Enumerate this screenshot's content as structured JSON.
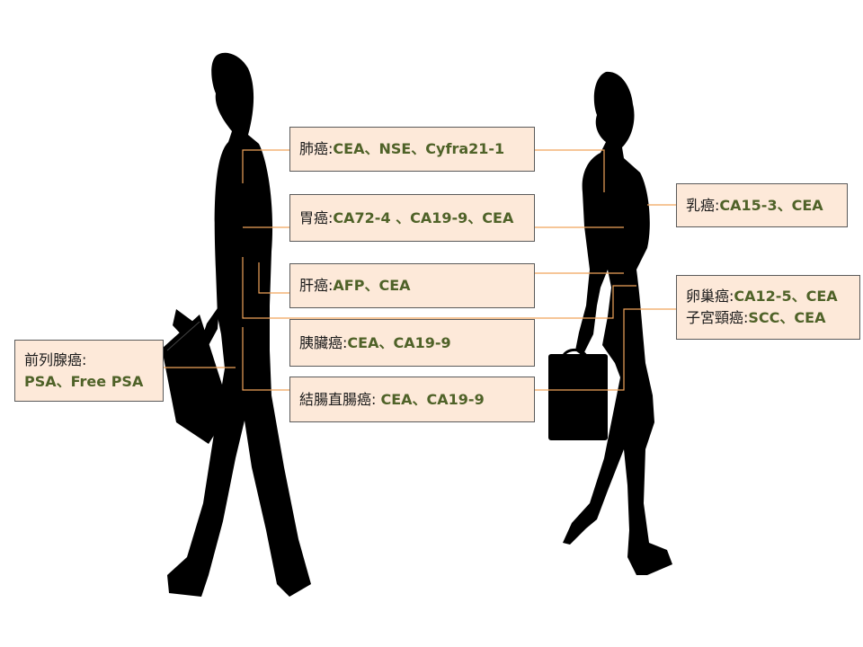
{
  "colors": {
    "box_fill": "#fde9d9",
    "box_border": "#5a5a5a",
    "marker_text": "#4f6228",
    "connector": "#f0a35a",
    "silhouette": "#000000"
  },
  "boxes": [
    {
      "id": "lung",
      "lines": [
        {
          "name": "肺癌:",
          "markers": "CEA、NSE、Cyfra21-1"
        }
      ]
    },
    {
      "id": "stomach",
      "lines": [
        {
          "name": "胃癌:",
          "markers": "CA72-4 、CA19-9、CEA"
        }
      ]
    },
    {
      "id": "liver",
      "lines": [
        {
          "name": "肝癌:",
          "markers": "AFP、CEA"
        }
      ]
    },
    {
      "id": "pancreas",
      "lines": [
        {
          "name": "胰臟癌:",
          "markers": "CEA、CA19-9"
        }
      ]
    },
    {
      "id": "colorectal",
      "lines": [
        {
          "name": "結腸直腸癌: ",
          "markers": "CEA、CA19-9"
        }
      ]
    },
    {
      "id": "prostate",
      "lines": [
        {
          "name": "前列腺癌:",
          "markers": ""
        },
        {
          "name": "",
          "markers": "PSA、Free PSA"
        }
      ]
    },
    {
      "id": "breast",
      "lines": [
        {
          "name": "乳癌:",
          "markers": "CA15-3、CEA"
        }
      ]
    },
    {
      "id": "ovary-cervix",
      "lines": [
        {
          "name": "卵巢癌:",
          "markers": "CA12-5、CEA"
        },
        {
          "name": "子宮頸癌:",
          "markers": "SCC、CEA"
        }
      ]
    }
  ]
}
